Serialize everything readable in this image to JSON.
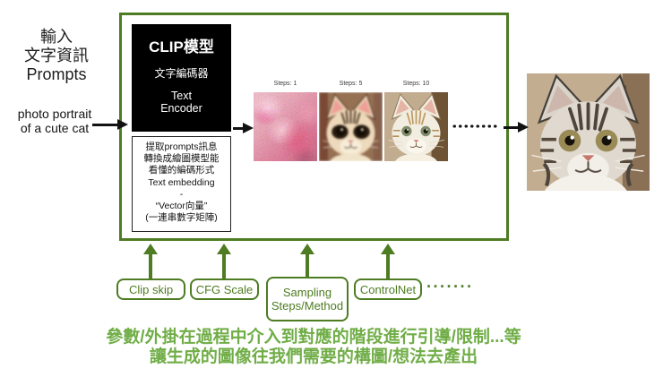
{
  "colors": {
    "green_dark": "#4e7c22",
    "green_caption": "#70ad47",
    "black": "#121212"
  },
  "left": {
    "input_title": {
      "line1": "輸入",
      "line2": "文字資訊",
      "line3": "Prompts"
    },
    "prompt": {
      "line1": "photo portrait",
      "line2": "of a cute cat"
    }
  },
  "pipeline": {
    "clip": {
      "title": "CLIP模型",
      "sub_zh": "文字編碼器",
      "sub_en": "Text Encoder"
    },
    "embedding": {
      "lines": [
        "提取prompts訊息",
        "轉換成繪圖模型能",
        "看懂的編碼形式",
        "Text embedding",
        "-",
        "“Vector向量”",
        "(一連串數字矩陣)"
      ]
    },
    "steps": [
      {
        "label": "Steps: 1"
      },
      {
        "label": "Steps: 5"
      },
      {
        "label": "Steps: 10"
      }
    ]
  },
  "params": {
    "items": [
      {
        "label": "Clip skip"
      },
      {
        "label": "CFG Scale"
      },
      {
        "label": "Sampling Steps/Method"
      },
      {
        "label": "ControlNet"
      }
    ],
    "more_dots": "·······"
  },
  "caption": {
    "line1": "參數/外掛在過程中介入到對應的階段進行引導/限制...等",
    "line2": "讓生成的圖像往我們需要的構圖/想法去產出"
  }
}
